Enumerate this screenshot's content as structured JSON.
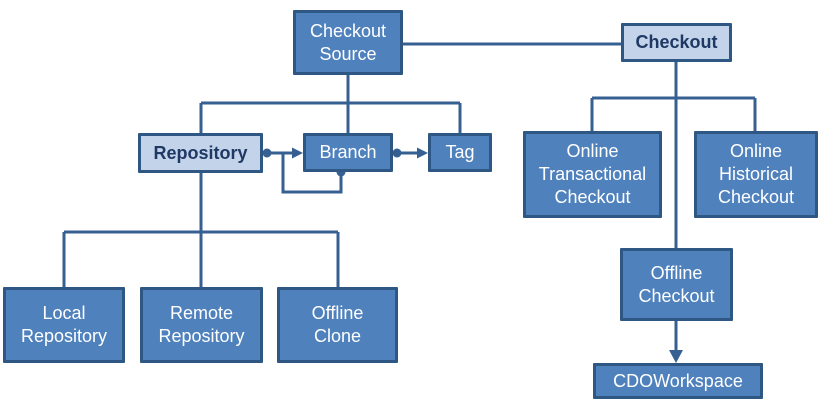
{
  "diagram": {
    "nodes": [
      {
        "id": "checkout-source",
        "label": "Checkout\nSource",
        "style": "solid"
      },
      {
        "id": "checkout",
        "label": "Checkout",
        "style": "light"
      },
      {
        "id": "repository",
        "label": "Repository",
        "style": "light"
      },
      {
        "id": "branch",
        "label": "Branch",
        "style": "solid"
      },
      {
        "id": "tag",
        "label": "Tag",
        "style": "solid"
      },
      {
        "id": "online-transactional-checkout",
        "label": "Online\nTransactional\nCheckout",
        "style": "solid"
      },
      {
        "id": "online-historical-checkout",
        "label": "Online\nHistorical\nCheckout",
        "style": "solid"
      },
      {
        "id": "offline-checkout",
        "label": "Offline\nCheckout",
        "style": "solid"
      },
      {
        "id": "cdo-workspace",
        "label": "CDOWorkspace",
        "style": "solid"
      },
      {
        "id": "local-repository",
        "label": "Local\nRepository",
        "style": "solid"
      },
      {
        "id": "remote-repository",
        "label": "Remote\nRepository",
        "style": "solid"
      },
      {
        "id": "offline-clone",
        "label": "Offline\nClone",
        "style": "solid"
      }
    ],
    "edges": [
      {
        "from": "checkout-source",
        "to": "checkout",
        "type": "plain-line"
      },
      {
        "from": "checkout-source",
        "to": "repository",
        "type": "tree-branch"
      },
      {
        "from": "checkout-source",
        "to": "branch",
        "type": "tree-branch"
      },
      {
        "from": "checkout-source",
        "to": "tag",
        "type": "tree-branch"
      },
      {
        "from": "repository",
        "to": "branch",
        "type": "dot-to-arrow"
      },
      {
        "from": "branch",
        "to": "tag",
        "type": "dot-to-arrow"
      },
      {
        "from": "branch",
        "to": "branch",
        "type": "dot-to-arrow-self-loop"
      },
      {
        "from": "repository",
        "to": "local-repository",
        "type": "tree-branch"
      },
      {
        "from": "repository",
        "to": "remote-repository",
        "type": "tree-branch"
      },
      {
        "from": "repository",
        "to": "offline-clone",
        "type": "tree-branch"
      },
      {
        "from": "checkout",
        "to": "online-transactional-checkout",
        "type": "tree-branch"
      },
      {
        "from": "checkout",
        "to": "online-historical-checkout",
        "type": "tree-branch"
      },
      {
        "from": "checkout",
        "to": "offline-checkout",
        "type": "tree-branch"
      },
      {
        "from": "offline-checkout",
        "to": "cdo-workspace",
        "type": "arrow"
      }
    ]
  },
  "colors": {
    "node_fill": "#4f81bd",
    "node_border": "#2f5784",
    "light_node_fill": "#c3d4ea",
    "connector": "#376092",
    "text_on_dark": "#ffffff",
    "text_on_light": "#1f3864"
  }
}
